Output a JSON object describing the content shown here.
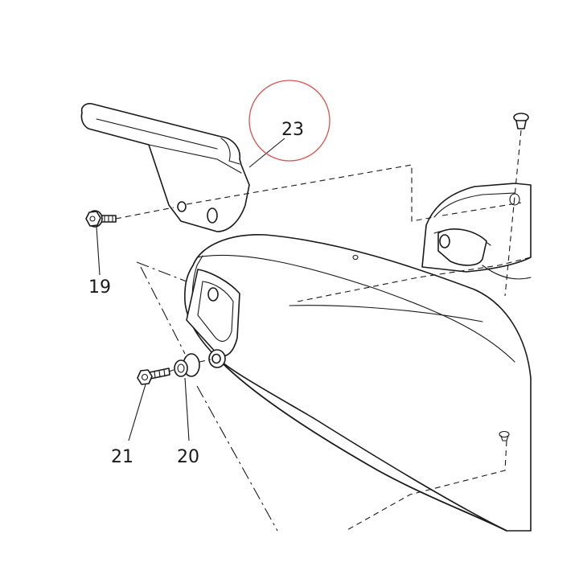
{
  "callouts": {
    "c19": "19",
    "c20": "20",
    "c21": "21",
    "c23": "23"
  },
  "highlight_color": "#d9534f"
}
